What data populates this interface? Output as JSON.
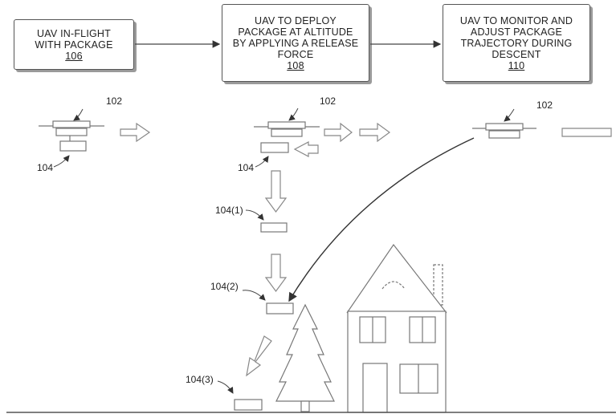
{
  "steps": [
    {
      "text": "UAV IN-FLIGHT WITH PACKAGE",
      "ref": "106"
    },
    {
      "text": "UAV TO DEPLOY PACKAGE AT ALTITUDE BY APPLYING A RELEASE FORCE",
      "ref": "108"
    },
    {
      "text": "UAV TO MONITOR AND ADJUST PACKAGE TRAJECTORY DURING DESCENT",
      "ref": "110"
    }
  ],
  "labels": {
    "uav": "102",
    "package": "104",
    "package_1": "104(1)",
    "package_2": "104(2)",
    "package_3": "104(3)"
  }
}
